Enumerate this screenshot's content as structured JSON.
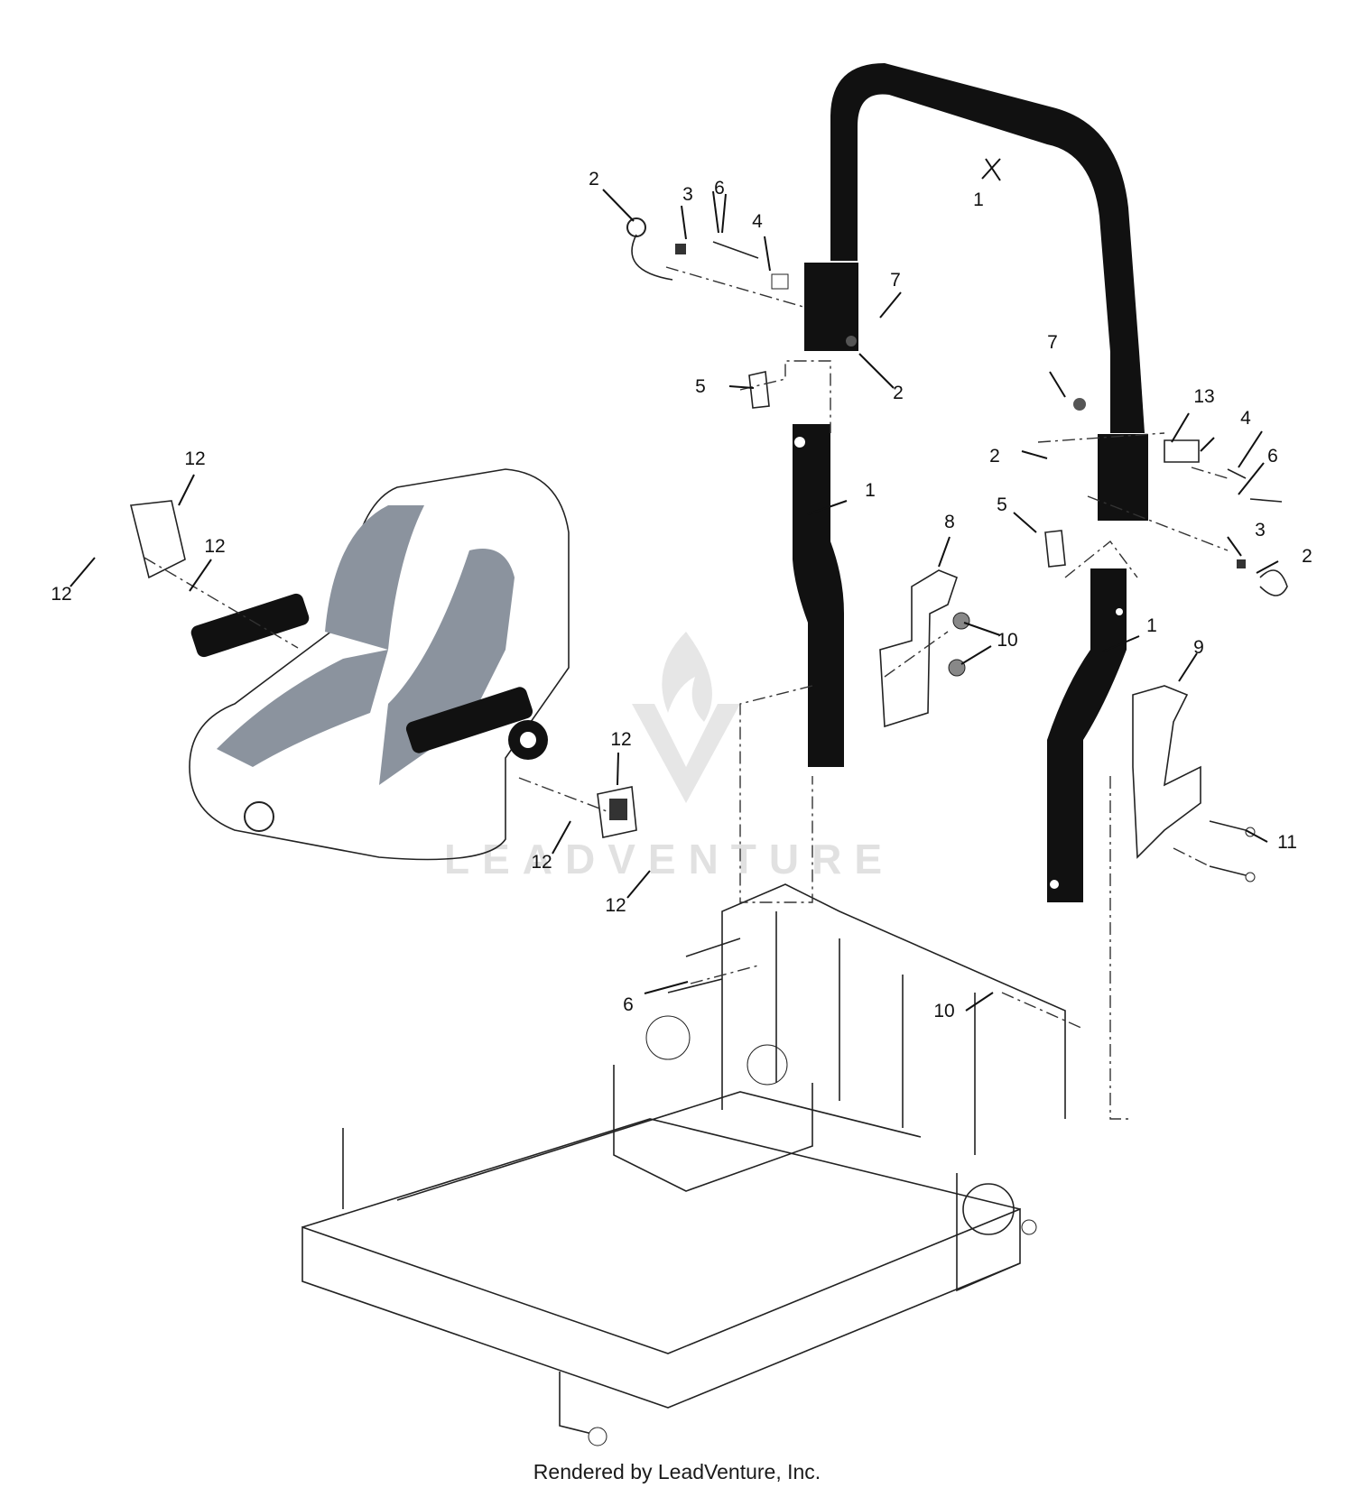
{
  "diagram": {
    "callouts": [
      {
        "id": "c1a",
        "label": "1"
      },
      {
        "id": "c1b",
        "label": "1"
      },
      {
        "id": "c1c",
        "label": "1"
      },
      {
        "id": "c2a",
        "label": "2"
      },
      {
        "id": "c2b",
        "label": "2"
      },
      {
        "id": "c2c",
        "label": "2"
      },
      {
        "id": "c2d",
        "label": "2"
      },
      {
        "id": "c3a",
        "label": "3"
      },
      {
        "id": "c3b",
        "label": "3"
      },
      {
        "id": "c4a",
        "label": "4"
      },
      {
        "id": "c4b",
        "label": "4"
      },
      {
        "id": "c5a",
        "label": "5"
      },
      {
        "id": "c5b",
        "label": "5"
      },
      {
        "id": "c6a",
        "label": "6"
      },
      {
        "id": "c6b",
        "label": "6"
      },
      {
        "id": "c6c",
        "label": "6"
      },
      {
        "id": "c7a",
        "label": "7"
      },
      {
        "id": "c7b",
        "label": "7"
      },
      {
        "id": "c8",
        "label": "8"
      },
      {
        "id": "c9",
        "label": "9"
      },
      {
        "id": "c10a",
        "label": "10"
      },
      {
        "id": "c10b",
        "label": "10"
      },
      {
        "id": "c11",
        "label": "11"
      },
      {
        "id": "c12a",
        "label": "12"
      },
      {
        "id": "c12b",
        "label": "12"
      },
      {
        "id": "c12c",
        "label": "12"
      },
      {
        "id": "c12d",
        "label": "12"
      },
      {
        "id": "c12e",
        "label": "12"
      },
      {
        "id": "c12f",
        "label": "12"
      },
      {
        "id": "c13",
        "label": "13"
      }
    ],
    "watermark": "LEADVENTURE",
    "colors": {
      "tube": "#111111",
      "seat_panel": "#8b939e",
      "line": "#222222"
    }
  },
  "footer": {
    "text": "Rendered by LeadVenture, Inc."
  }
}
